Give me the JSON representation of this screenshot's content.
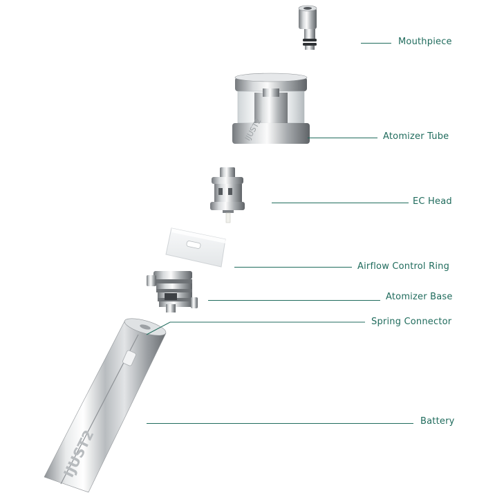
{
  "labels": {
    "mouthpiece": "Mouthpiece",
    "atomizer_tube": "Atomizer Tube",
    "ec_head": "EC Head",
    "airflow_ring": "Airflow Control Ring",
    "atomizer_base": "Atomizer Base",
    "spring_connector": "Spring Connector",
    "battery": "Battery"
  },
  "branding": {
    "text": "IJUST2"
  },
  "colors": {
    "label": "#1f6b5c",
    "steel_dark": "#6b6f73",
    "steel_light": "#f4f5f6",
    "glass": "#dfe4e6"
  }
}
